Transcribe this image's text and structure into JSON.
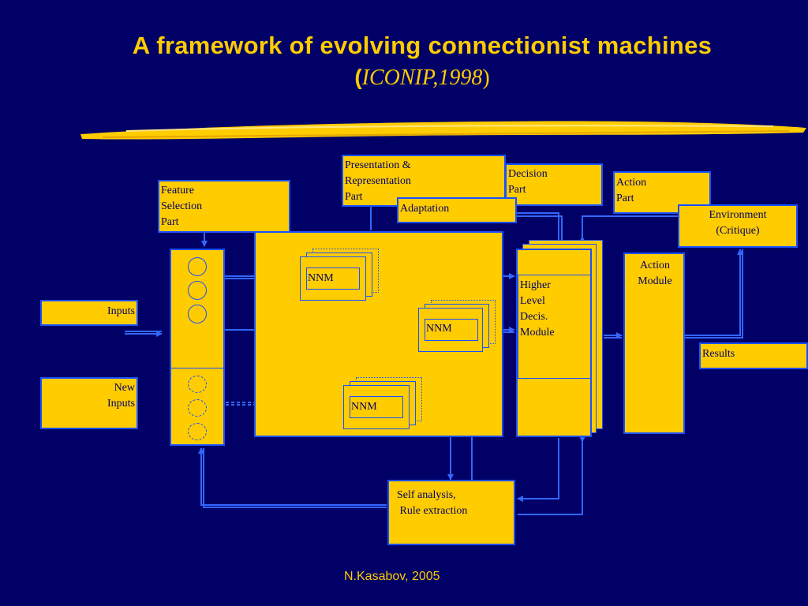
{
  "slide": {
    "title_line1": "A framework of evolving connectionist machines",
    "title_open_paren": "(",
    "title_citation": "ICONIP,1998",
    "title_close_paren": ")",
    "footer": "N.Kasabov, 2005"
  },
  "colors": {
    "background": "#000066",
    "box_fill": "#ffcc00",
    "box_border": "#1a50ff",
    "arrow": "#3366ff",
    "title": "#ffcc00"
  },
  "blocks": {
    "presentation": "Presentation &\nRepresentation\nPart",
    "decision": "Decision\nPart",
    "action_part": "Action\nPart",
    "feature_selection": "Feature\nSelection\nPart",
    "adaptation": "Adaptation",
    "environment": "Environment\n(Critique)",
    "inputs": "Inputs",
    "new_inputs": "New\nInputs",
    "nnm_1": "NNM",
    "nnm_2": "NNM",
    "nnm_3": "NNM",
    "higher_level": "Higher\nLevel\nDecis.\nModule",
    "action_module": "Action\nModule",
    "results": "Results",
    "self_analysis": "Self analysis,\n Rule extraction"
  }
}
